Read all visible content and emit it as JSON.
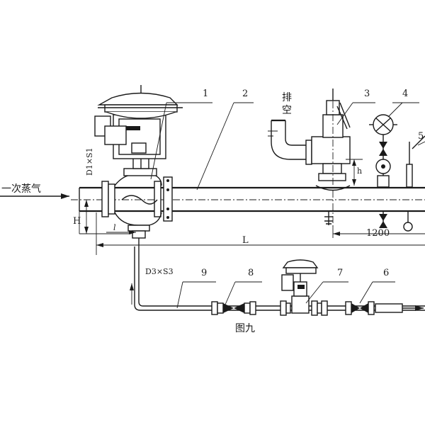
{
  "figure": {
    "caption": "图九",
    "inlet_label": "一次蒸气",
    "exhaust_label": "排空",
    "part_numbers": [
      "1",
      "2",
      "3",
      "4",
      "5",
      "6",
      "7",
      "8",
      "9"
    ]
  },
  "dimensions": {
    "main_pipe": "D1×S1",
    "branch_pipe": "D3×S3",
    "height_H": "H",
    "height_h": "h",
    "length_L": "L",
    "spacing": "1200",
    "small_l": "l"
  }
}
